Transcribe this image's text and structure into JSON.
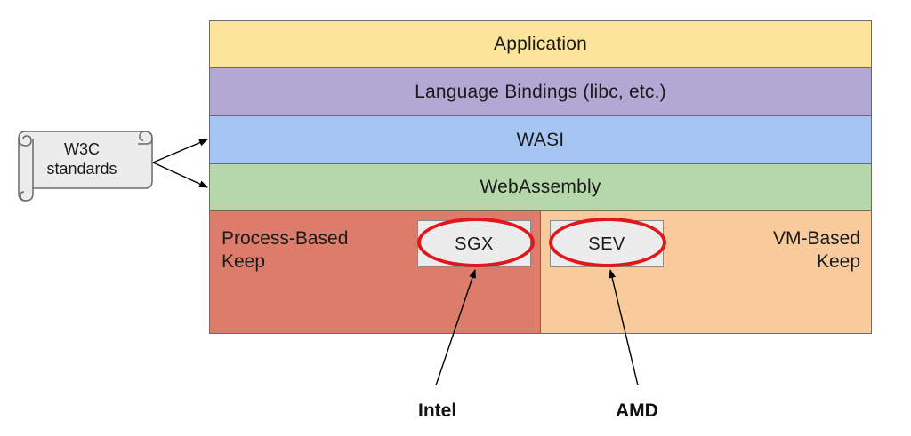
{
  "layers": {
    "application": "Application",
    "language_bindings": "Language Bindings (libc, etc.)",
    "wasi": "WASI",
    "webassembly": "WebAssembly"
  },
  "keeps": {
    "process_based": [
      "Process-Based",
      "Keep"
    ],
    "vm_based": [
      "VM-Based",
      "Keep"
    ]
  },
  "chips": {
    "sgx": "SGX",
    "sev": "SEV"
  },
  "vendors": {
    "intel": "Intel",
    "amd": "AMD"
  },
  "standards_scroll": [
    "W3C",
    "standards"
  ],
  "colors": {
    "application": "#fde49b",
    "language_bindings": "#b3a7d4",
    "wasi": "#a6c5f2",
    "webassembly": "#b5d7a9",
    "process_keep": "#de7c6b",
    "vm_keep": "#f8ca9c",
    "highlight_ring": "#e0181b"
  }
}
